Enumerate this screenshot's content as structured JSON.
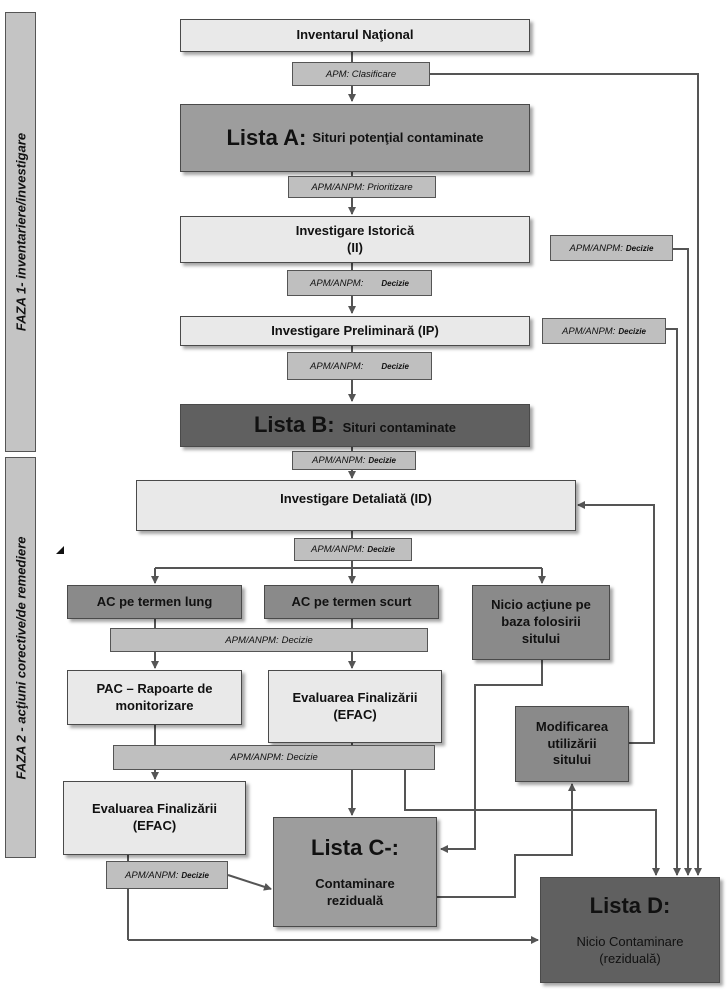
{
  "phases": {
    "faza1": "FAZA 1- inventariere/investigare",
    "faza2": "FAZA 2 - acţiuni corective/de remediere"
  },
  "boxes": {
    "inventar": "Inventarul Naţional",
    "lista_a_title": "Lista A:",
    "lista_a_sub": "Situri potenţial contaminate",
    "ist_line1": "Investigare Istorică",
    "ist_line2": "(II)",
    "prelim": "Investigare Preliminară (IP)",
    "lista_b_title": "Lista B:",
    "lista_b_sub": "Situri contaminate",
    "detaliata": "Investigare Detaliată (ID)",
    "ac_lung": "AC pe termen lung",
    "ac_scurt": "AC pe termen scurt",
    "nicio_line1": "Nicio acţiune pe",
    "nicio_line2": "baza folosirii",
    "nicio_line3": "sitului",
    "pac_line1": "PAC – Rapoarte de",
    "pac_line2": "monitorizare",
    "ef1_line1": "Evaluarea Finalizării",
    "ef1_line2": "(EFAC)",
    "mod_line1": "Modificarea",
    "mod_line2": "utilizării",
    "mod_line3": "sitului",
    "ef2_line1": "Evaluarea Finalizării",
    "ef2_line2": "(EFAC)",
    "lista_c_title": "Lista C-:",
    "lista_c_line1": "Contaminare",
    "lista_c_line2": "reziduală",
    "lista_d_title": "Lista D:",
    "lista_d_line1": "Nicio Contaminare",
    "lista_d_line2": "(reziduală)"
  },
  "decisions": {
    "clasificare": "APM: Clasificare",
    "prioritizare": "APM/ANPM: Prioritizare",
    "prefix": "APM/ANPM:",
    "decizie": "Decizie"
  }
}
